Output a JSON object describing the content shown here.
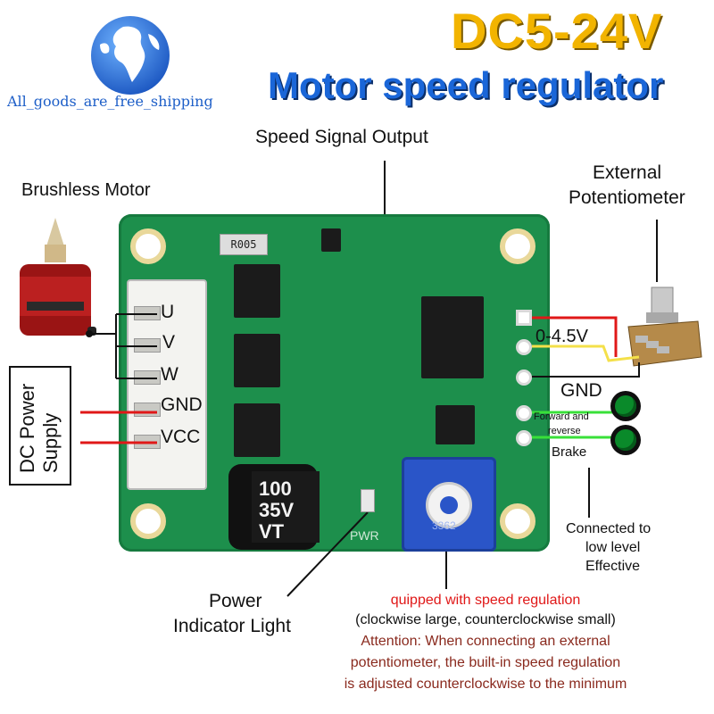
{
  "header": {
    "title": "DC5-24V",
    "subtitle": "Motor speed regulator",
    "logo_text": "All_goods_are_free_shipping"
  },
  "labels": {
    "speed_signal_output": "Speed Signal Output",
    "brushless_motor": "Brushless Motor",
    "external_potentiometer_line1": "External",
    "external_potentiometer_line2": "Potentiometer",
    "voltage_range": "0-4.5V",
    "gnd_right": "GND",
    "forward_reverse_line1": "Forward and",
    "forward_reverse_line2": "reverse",
    "brake": "Brake",
    "connected_line1": "Connected to",
    "connected_line2": "low level",
    "connected_line3": "Effective",
    "power_indicator_line1": "Power",
    "power_indicator_line2": "Indicator Light",
    "dc_power_supply": "DC Power Supply"
  },
  "connector_pins": [
    "U",
    "V",
    "W",
    "GND",
    "VCC"
  ],
  "board": {
    "resistor": "R005",
    "capacitor_line1": "100",
    "capacitor_line2": "35V",
    "capacitor_line3": "VT",
    "pwr": "PWR",
    "pot_code": "3362"
  },
  "notes": {
    "line1": "quipped with speed regulation",
    "line2": "(clockwise large, counterclockwise small)",
    "line3": "Attention: When connecting an external",
    "line4": "potentiometer, the built-in speed regulation",
    "line5": "is adjusted counterclockwise to the minimum"
  },
  "colors": {
    "title": "#f2b400",
    "subtitle": "#1a66d8",
    "pcb": "#1d8f4c",
    "red_wire": "#e01818",
    "yellow_wire": "#f4e04a",
    "green_wire": "#39e039",
    "note_red": "#e01818"
  }
}
